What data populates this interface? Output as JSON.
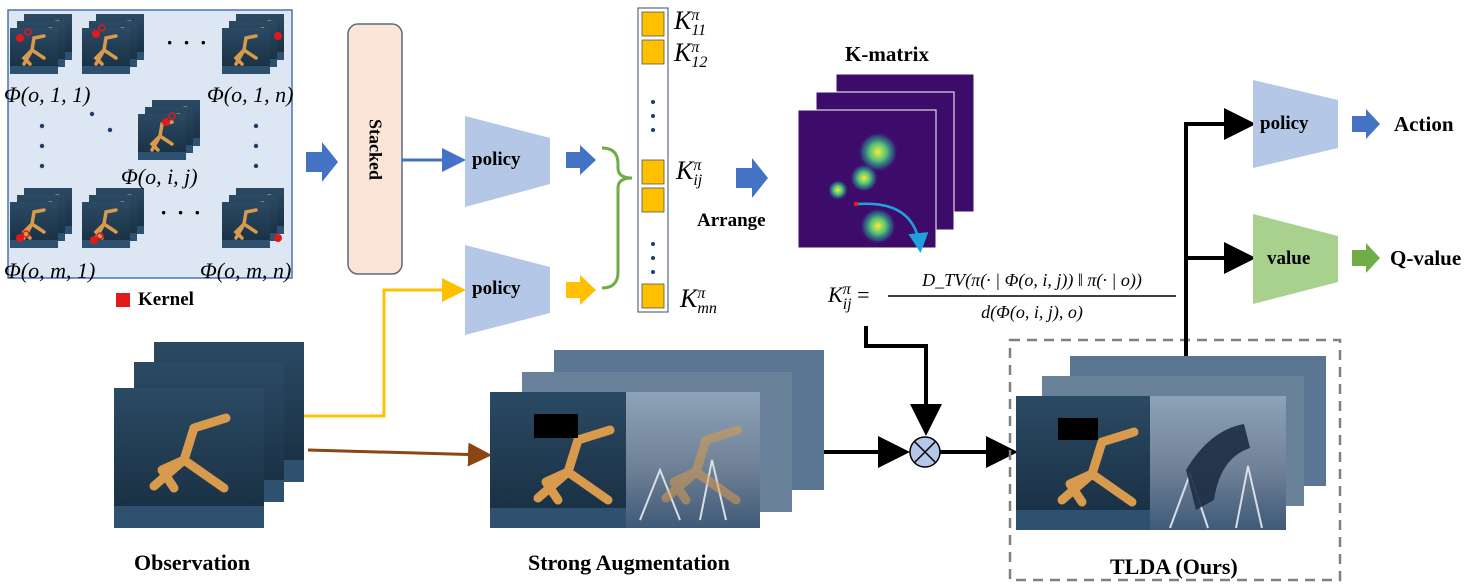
{
  "labels": {
    "phi_o_1_1": "Φ(o, 1, 1)",
    "phi_o_1_n": "Φ(o, 1, n)",
    "phi_o_i_j": "Φ(o, i, j)",
    "phi_o_m_1": "Φ(o, m, 1)",
    "phi_o_m_n": "Φ(o, m, n)",
    "ellipsis": "· · ·",
    "kernel": "Kernel",
    "stacked": "Stacked",
    "policy": "policy",
    "arrange": "Arrange",
    "k_matrix": "K-matrix",
    "observation": "Observation",
    "strong_augmentation": "Strong Augmentation",
    "tlda": "TLDA (Ours)",
    "value": "value",
    "action": "Action",
    "q_value": "Q-value",
    "k_base": "K",
    "k_sup": "π",
    "k11_sub": "11",
    "k12_sub": "12",
    "kij_sub": "ij",
    "kmn_sub": "mn",
    "formula_lhs": "K",
    "formula_numerator": "D_TV(π(· | Φ(o, i, j)) ‖ π(· | o))",
    "formula_denominator": "d(Φ(o, i, j), o)"
  },
  "colors": {
    "grid_bg": "#dde7f3",
    "grid_border": "#4a72b8",
    "stacked_fill": "#fbe5d6",
    "stacked_stroke": "#5a6a80",
    "policy_fill": "#b4c7e7",
    "value_fill": "#a9d18e",
    "blue_arrow": "#4472c4",
    "yellow": "#ffc000",
    "brown": "#8b4513",
    "green_brace": "#70ad47",
    "kernel_red": "#e0191b",
    "cyan_arrow": "#1fa1e0",
    "heatmap_bg": "#3d0c6a",
    "frame_bg": "#1e3a52",
    "limb": "#d89a4c"
  },
  "icons": {
    "kernel_marker": "red-square",
    "multiply": "circled-times"
  }
}
